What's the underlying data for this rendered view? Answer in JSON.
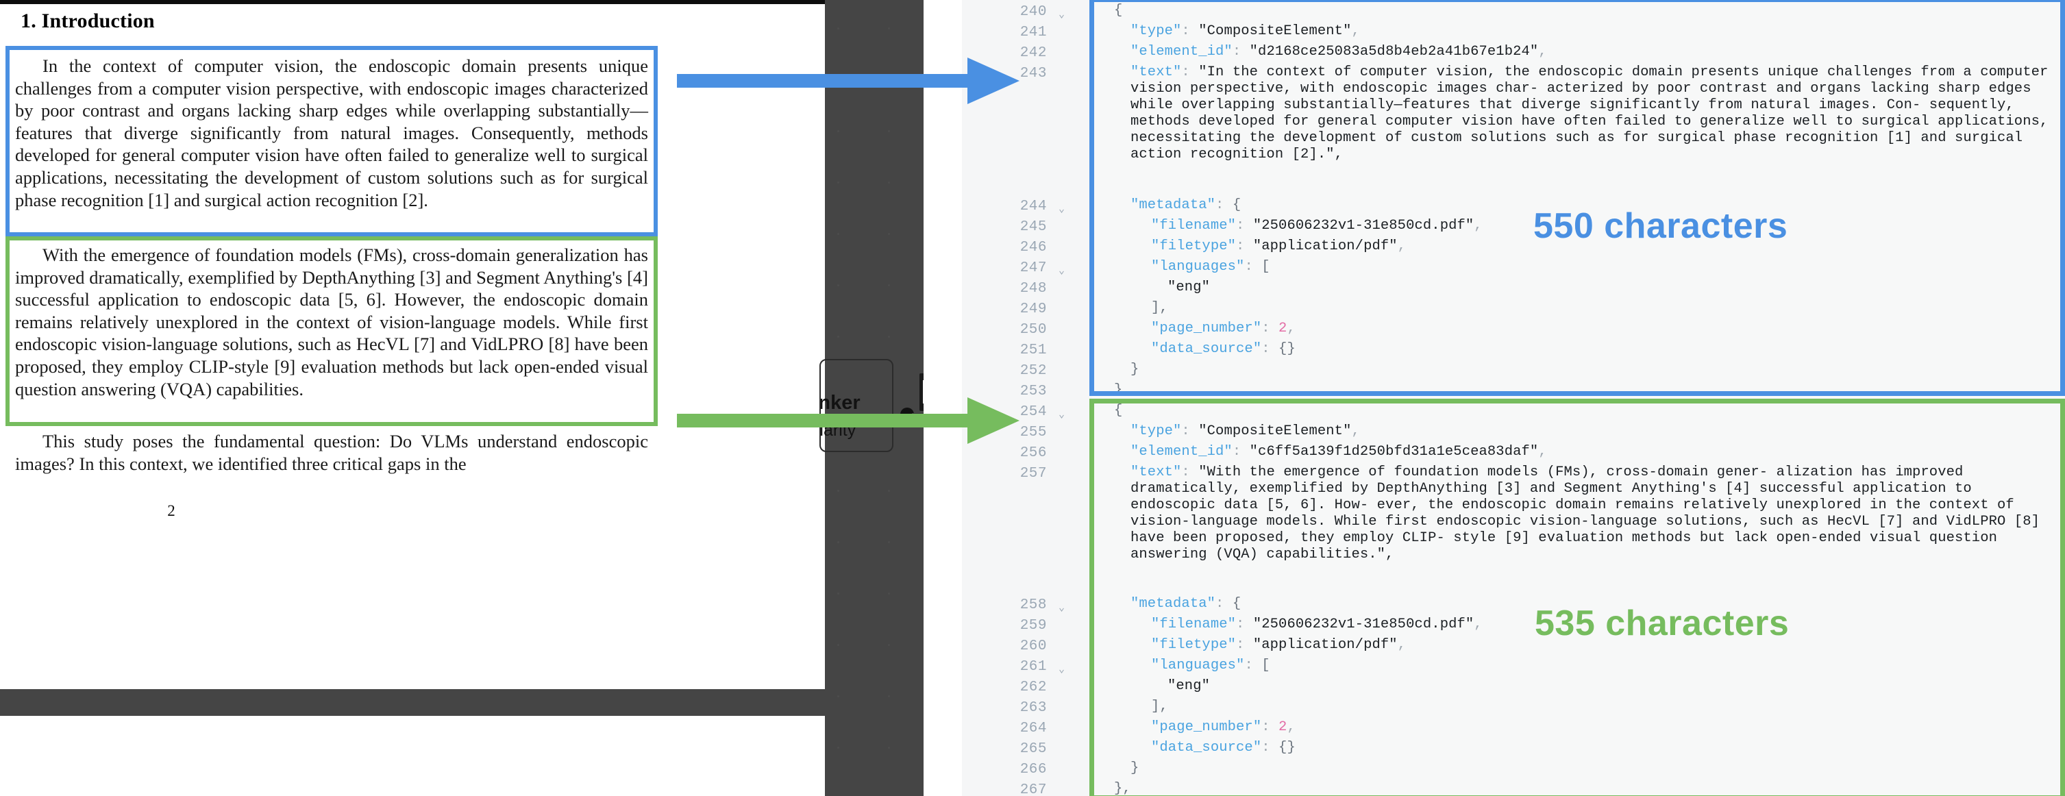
{
  "paper": {
    "section_heading": "1. Introduction",
    "page_number": "2",
    "paragraphs": [
      "In the context of computer vision, the endoscopic domain presents unique challenges from a computer vision perspective, with endoscopic images characterized by poor contrast and organs lacking sharp edges while overlapping substantially—features that diverge significantly from natural images. Consequently, methods developed for general computer vision have often failed to generalize well to surgical applications, necessitating the development of custom solutions such as for surgical phase recognition [1] and surgical action recognition [2].",
      "With the emergence of foundation models (FMs), cross-domain generalization has improved dramatically, exemplified by DepthAnything [3] and Segment Anything's [4] successful application to endoscopic data [5, 6]. However, the endoscopic domain remains relatively unexplored in the context of vision-language models. While first endoscopic vision-language solutions, such as HecVL [7] and VidLPRO [8] have been proposed, they employ CLIP-style [9] evaluation methods but lack open-ended visual question answering (VQA) capabilities.",
      "This study poses the fundamental question: Do VLMs understand endoscopic images? In this context, we identified three critical gaps in the"
    ]
  },
  "dark_panel": {
    "card_title": "Chunker",
    "card_subtitle": "similarity"
  },
  "editor": {
    "line_numbers": [
      "240",
      "241",
      "242",
      "243",
      "244",
      "245",
      "246",
      "247",
      "248",
      "249",
      "250",
      "251",
      "252",
      "253",
      "254",
      "255",
      "256",
      "257",
      "258",
      "259",
      "260",
      "261",
      "262",
      "263",
      "264",
      "265",
      "266",
      "267"
    ],
    "foldable_lines": [
      "240",
      "244",
      "247",
      "254",
      "258",
      "261"
    ],
    "blocks": [
      {
        "id": "block-blue",
        "accent": "#4a90e2",
        "open_brace": "{",
        "type_key": "\"type\"",
        "type_value": "\"CompositeElement\"",
        "element_id_key": "\"element_id\"",
        "element_id_value": "\"d2168ce25083a5d8b4eb2a41b67e1b24\"",
        "text_key": "\"text\"",
        "text_value": "\"In the context of computer vision, the endoscopic domain presents unique challenges from a computer vision perspective, with endoscopic images char- acterized by poor contrast and organs lacking sharp edges while overlapping substantially—features that diverge significantly from natural images. Con- sequently, methods developed for general computer vision have often failed to generalize well to surgical applications, necessitating the development of custom solutions such as for surgical phase recognition [1] and surgical action recognition [2].\",",
        "metadata_key": "\"metadata\"",
        "filename_key": "\"filename\"",
        "filename_value": "\"250606232v1-31e850cd.pdf\"",
        "filetype_key": "\"filetype\"",
        "filetype_value": "\"application/pdf\"",
        "languages_key": "\"languages\"",
        "languages_value": "\"eng\"",
        "page_number_key": "\"page_number\"",
        "page_number_value": "2",
        "data_source_key": "\"data_source\"",
        "data_source_value": "{}",
        "char_label": "550 characters"
      },
      {
        "id": "block-green",
        "accent": "#76bc5e",
        "open_brace": "{",
        "type_key": "\"type\"",
        "type_value": "\"CompositeElement\"",
        "element_id_key": "\"element_id\"",
        "element_id_value": "\"c6ff5a139f1d250bfd31a1e5cea83daf\"",
        "text_key": "\"text\"",
        "text_value": "\"With the emergence of foundation models (FMs), cross-domain gener- alization has improved dramatically, exemplified by DepthAnything [3] and Segment Anything's [4] successful application to endoscopic data [5, 6]. How- ever, the endoscopic domain remains relatively unexplored in the context of vision-language models. While first endoscopic vision-language solutions, such as HecVL [7] and VidLPRO [8] have been proposed, they employ CLIP- style [9] evaluation methods but lack open-ended visual question answering (VQA) capabilities.\",",
        "metadata_key": "\"metadata\"",
        "filename_key": "\"filename\"",
        "filename_value": "\"250606232v1-31e850cd.pdf\"",
        "filetype_key": "\"filetype\"",
        "filetype_value": "\"application/pdf\"",
        "languages_key": "\"languages\"",
        "languages_value": "\"eng\"",
        "page_number_key": "\"page_number\"",
        "page_number_value": "2",
        "data_source_key": "\"data_source\"",
        "data_source_value": "{}",
        "char_label": "535 characters"
      }
    ],
    "punct": {
      "colon": ":",
      "comma": ",",
      "open_bracket": "[",
      "close_bracket_comma": "],",
      "close_brace": "}",
      "close_brace_comma": "},"
    }
  },
  "colors": {
    "blue_accent": "#4a90e2",
    "green_accent": "#76bc5e",
    "editor_bg": "#f7f8f8",
    "gutter_text": "#9aa7b4",
    "dark_panel": "#454545",
    "json_key": "#4aa3e0",
    "json_number": "#e36ea6"
  }
}
